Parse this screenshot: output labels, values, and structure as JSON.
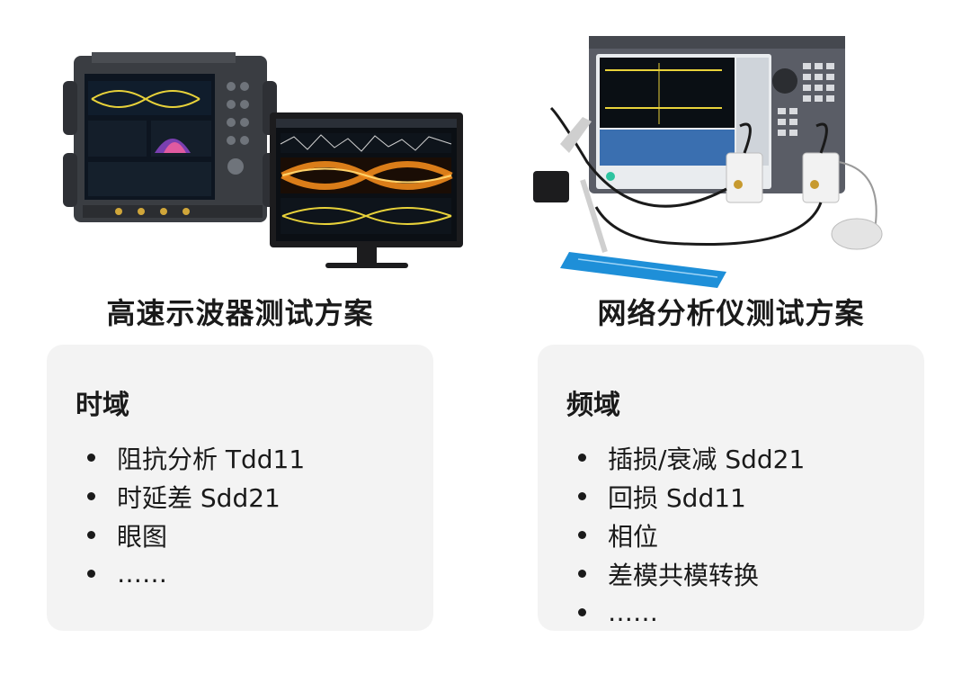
{
  "oscilloscope": {
    "title": "高速示波器测试方案",
    "heading": "时域",
    "items": [
      "阻抗分析 Tdd11",
      "时延差 Sdd21",
      "眼图",
      "……"
    ]
  },
  "network_analyzer": {
    "title": "网络分析仪测试方案",
    "heading": "频域",
    "items": [
      "插损/衰减 Sdd21",
      "回损 Sdd11",
      "相位",
      "差模共模转换",
      "……"
    ]
  },
  "colors": {
    "card_bg": "#f3f3f3",
    "text": "#1a1a1a",
    "eye_orange": "#f08a1c",
    "eye_yellow": "#e8d23a",
    "fixture_blue": "#1e8fd8"
  }
}
